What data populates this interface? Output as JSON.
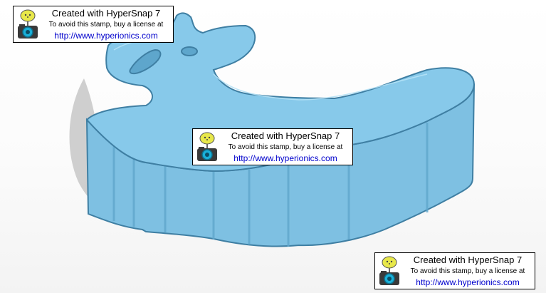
{
  "colors": {
    "model_top": "#86c9ea",
    "model_side": "#7fc0e2",
    "model_edge": "#3f7fa3",
    "shadow": "#bdbdbd",
    "stamp_link": "#0000cc"
  },
  "stamps": [
    {
      "title": "Created with HyperSnap 7",
      "notice": "To avoid this stamp, buy a license at",
      "link": "http://www.hyperionics.com",
      "icon": "camera-logo-icon"
    },
    {
      "title": "Created with HyperSnap 7",
      "notice": "To avoid this stamp, buy a license at",
      "link": "http://www.hyperionics.com",
      "icon": "camera-logo-icon"
    },
    {
      "title": "Created with HyperSnap 7",
      "notice": "To avoid this stamp, buy a license at",
      "link": "http://www.hyperionics.com",
      "icon": "camera-logo-icon"
    }
  ]
}
